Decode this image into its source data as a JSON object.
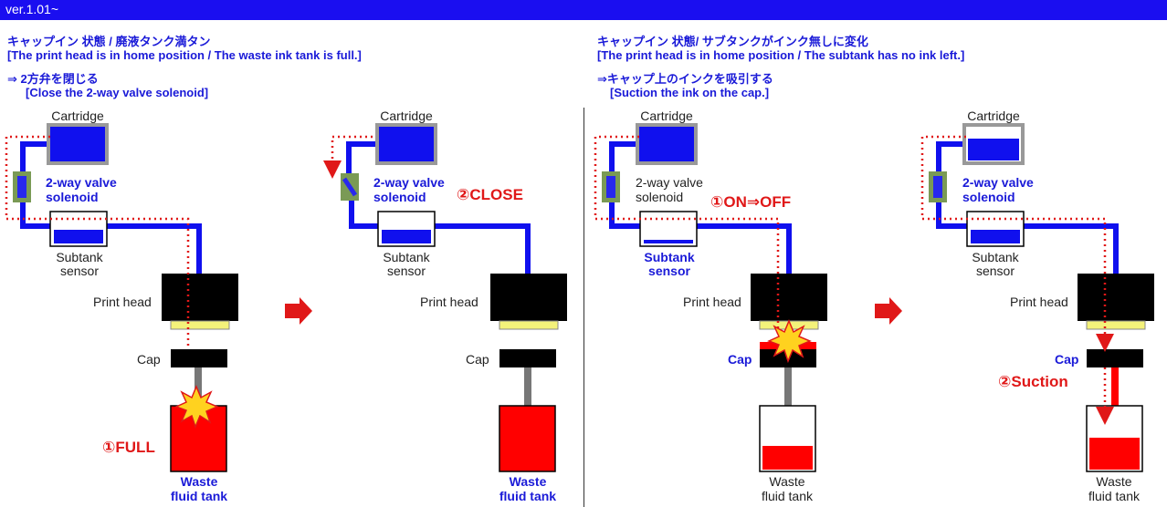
{
  "header": {
    "version": "ver.1.01~",
    "bar_color": "#1a0ef0"
  },
  "left": {
    "title_jp": "キャップイン 状態 / 廃液タンク満タン",
    "title_en": "[The print head is in home position / The waste ink tank is full.]",
    "action_jp": "⇒ 2方弁を閉じる",
    "action_en": "[Close the 2-way valve solenoid]"
  },
  "right": {
    "title_jp": "キャップイン 状態/ サブタンクがインク無しに変化",
    "title_en": "[The print head is in home position / The subtank has no ink left.]",
    "action_jp": "⇒キャップ上のインクを吸引する",
    "action_en": "[Suction the ink on the cap.]"
  },
  "labels": {
    "cartridge": "Cartridge",
    "valve_line1": "2-way valve",
    "valve_line2": "solenoid",
    "subtank_line1": "Subtank",
    "subtank_line2": "sensor",
    "print_head": "Print head",
    "cap": "Cap",
    "waste_line1": "Waste",
    "waste_line2": "fluid tank"
  },
  "annotations": {
    "full": "①FULL",
    "close": "②CLOSE",
    "on_off": "①ON⇒OFF",
    "suction": "②Suction"
  },
  "colors": {
    "ink_blue": "#1010ee",
    "ink_red": "#ff0000",
    "valve_green": "#7a9a55",
    "head_yellow": "#f4f27a",
    "pipe_gray": "#777777"
  }
}
